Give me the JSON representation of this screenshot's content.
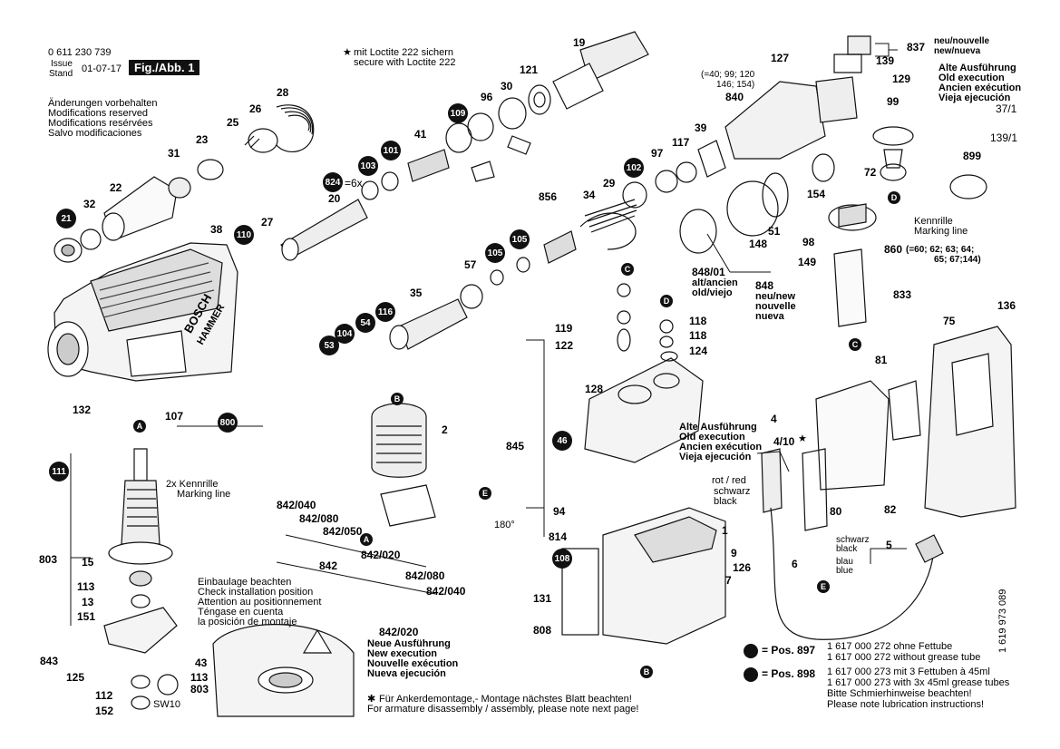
{
  "header": {
    "part_no": "0 611 230 739",
    "issue": "Issue",
    "stand": "Stand",
    "issue_date": "01-07-17",
    "fig": "Fig./Abb. 1",
    "mods": [
      "Änderungen vorbehalten",
      "Modifications reserved",
      "Modifications resérvées",
      "Salvo modificaciones"
    ],
    "loctite": [
      "mit Loctite 222 sichern",
      "secure with Loctite 222"
    ]
  },
  "labels": {
    "n19": "19",
    "n121": "121",
    "n30": "30",
    "n96": "96",
    "n109": "109",
    "n41": "41",
    "n101": "101",
    "n103": "103",
    "n824": "824",
    "x6": "=6x",
    "n20": "20",
    "n28": "28",
    "n26": "26",
    "n25": "25",
    "n23": "23",
    "n31": "31",
    "n22": "22",
    "n32": "32",
    "n21": "21",
    "n38": "38",
    "n27": "27",
    "n110": "110",
    "n35": "35",
    "n57": "57",
    "n105a": "105",
    "n105b": "105",
    "n856": "856",
    "n34": "34",
    "n29": "29",
    "n102": "102",
    "n97": "97",
    "n117": "117",
    "n39": "39",
    "n53": "53",
    "n104": "104",
    "n54": "54",
    "n116": "116",
    "n132": "132",
    "n107": "107",
    "n800": "800",
    "n840": "840",
    "n840list": "(=40; 99; 120",
    "n840list2": "146; 154)",
    "n127": "127",
    "n837": "837",
    "n837t": "neu/nouvelle",
    "n837t2": "new/nueva",
    "n139": "139",
    "n129": "129",
    "n99": "99",
    "old1": "Alte Ausführung",
    "old2": "Old execution",
    "old3": "Ancien exécution",
    "old4": "Vieja ejecución",
    "n371": "37/1",
    "n1391": "139/1",
    "n899": "899",
    "n72": "72",
    "n154": "154",
    "n51": "51",
    "n148": "148",
    "n848_01": "848/01",
    "alt": "alt/ancien",
    "oldv": "old/viejo",
    "n848": "848",
    "neu": "neu/new",
    "nouvelle": "nouvelle",
    "nueva": "nueva",
    "kenn": "Kennrille",
    "mark": "Marking line",
    "n98": "98",
    "n149": "149",
    "n860": "860",
    "n860a": "(=60; 62; 63; 64;",
    "n860b": "65; 67;144)",
    "n833": "833",
    "n119": "119",
    "n122": "122",
    "n118a": "118",
    "n118b": "118",
    "n124": "124",
    "n128": "128",
    "n845": "845",
    "n46": "46",
    "n136": "136",
    "n75": "75",
    "n81": "81",
    "n2": "2",
    "n842_040a": "842/040",
    "n842_080": "842/080",
    "n842_050": "842/050",
    "n842_020": "842/020",
    "n842": "842",
    "n842_080b": "842/080",
    "n842_040b": "842/040",
    "n180": "180°",
    "alt2a": "Alte Ausführung",
    "alt2b": "Old execution",
    "alt2c": "Ancien exécution",
    "alt2d": "Vieja ejecución",
    "rot": "rot / red",
    "schwarz": "schwarz",
    "black": "black",
    "n4": "4",
    "n410": "4/10",
    "n80": "80",
    "n82": "82",
    "n94": "94",
    "n814": "814",
    "n108": "108",
    "n1": "1",
    "n9": "9",
    "n131": "131",
    "n808": "808",
    "n7": "7",
    "n126": "126",
    "n6": "6",
    "n5": "5",
    "sw1": "schwarz",
    "sw2": "black",
    "bl1": "blau",
    "bl2": "blue",
    "n111": "111",
    "kenn2": "2x Kennrille",
    "mark2": "Marking line",
    "n803": "803",
    "n15": "15",
    "n113": "113",
    "n13": "13",
    "n151": "151",
    "n843": "843",
    "n125": "125",
    "n112": "112",
    "n152": "152",
    "sw10": "SW10",
    "inst1": "Einbaulage beachten",
    "inst2": "Check installation position",
    "inst3": "Attention au positionnement",
    "inst4": "Téngase en cuenta",
    "inst5": "la posición de montaje",
    "n43": "43",
    "n113b": "113",
    "n803b": "803",
    "newex1": "842/020",
    "newex2": "Neue Ausführung",
    "newex3": "New execution",
    "newex4": "Nouvelle exécution",
    "newex5": "Nueva ejecución",
    "note1": "Für Ankerdemontage,- Montage nächstes Blatt beachten!",
    "note2": "For armature disassembly / assembly, please note next page!",
    "bosch1": "BOSCH",
    "bosch2": "HAMMER"
  },
  "footer": {
    "pos897": "= Pos. 897",
    "p897a": "1 617 000 272 ohne Fettube",
    "p897b": "1 617 000 272 without grease tube",
    "pos898": "= Pos. 898",
    "p898a": "1 617 000 273 mit 3 Fettuben à 45ml",
    "p898b": "1 617 000 273 with 3x 45ml grease tubes",
    "lub1": "Bitte Schmierhinweise beachten!",
    "lub2": "Please note lubrication instructions!",
    "docno": "1 619 973 089"
  },
  "letters": {
    "A": "A",
    "B": "B",
    "C": "C",
    "D": "D",
    "E": "E"
  }
}
